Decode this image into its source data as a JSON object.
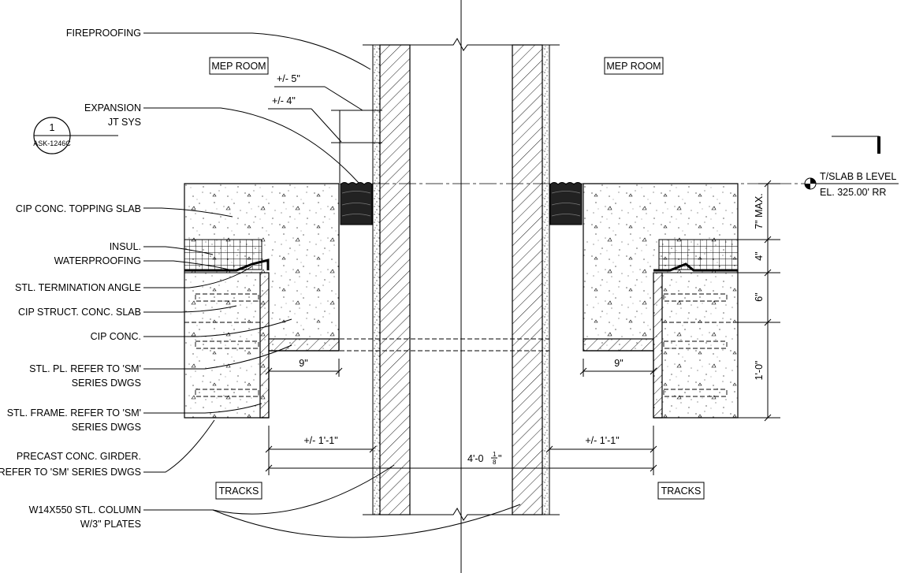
{
  "leaders": {
    "fireproofing": "FIREPROOFING",
    "expansion_1": "EXPANSION",
    "expansion_2": "JT SYS",
    "topping_slab": "CIP CONC. TOPPING SLAB",
    "insul": "INSUL.",
    "waterproofing": "WATERPROOFING",
    "termination_angle": "STL. TERMINATION ANGLE",
    "struct_slab": "CIP STRUCT. CONC. SLAB",
    "cip_conc": "CIP CONC.",
    "stl_pl_1": "STL. PL. REFER TO 'SM'",
    "stl_pl_2": "SERIES DWGS",
    "stl_frame_1": "STL. FRAME. REFER TO 'SM'",
    "stl_frame_2": "SERIES DWGS",
    "girder_1": "PRECAST CONC. GIRDER.",
    "girder_2": "REFER TO 'SM' SERIES DWGS",
    "column_1": "W14X550 STL. COLUMN",
    "column_2": "W/3\" PLATES"
  },
  "rooms": {
    "mep_left": "MEP ROOM",
    "mep_right": "MEP ROOM",
    "tracks_left": "TRACKS",
    "tracks_right": "TRACKS"
  },
  "section_marker": {
    "number": "1",
    "sheet": "ASK-1246C"
  },
  "level": {
    "name": "T/SLAB B LEVEL",
    "elevation": "EL. 325.00' RR"
  },
  "dimensions": {
    "gap_5": "+/- 5\"",
    "gap_4": "+/- 4\"",
    "nine_left": "9\"",
    "nine_right": "9\"",
    "seven_max": "7\" MAX.",
    "four": "4\"",
    "six": "6\"",
    "one_foot": "1'-0\"",
    "one_one_left": "+/- 1'-1\"",
    "one_one_right": "+/- 1'-1\"",
    "overall_main": "4'-0",
    "overall_frac_num": "1",
    "overall_frac_den": "8",
    "overall_inch": "\""
  }
}
